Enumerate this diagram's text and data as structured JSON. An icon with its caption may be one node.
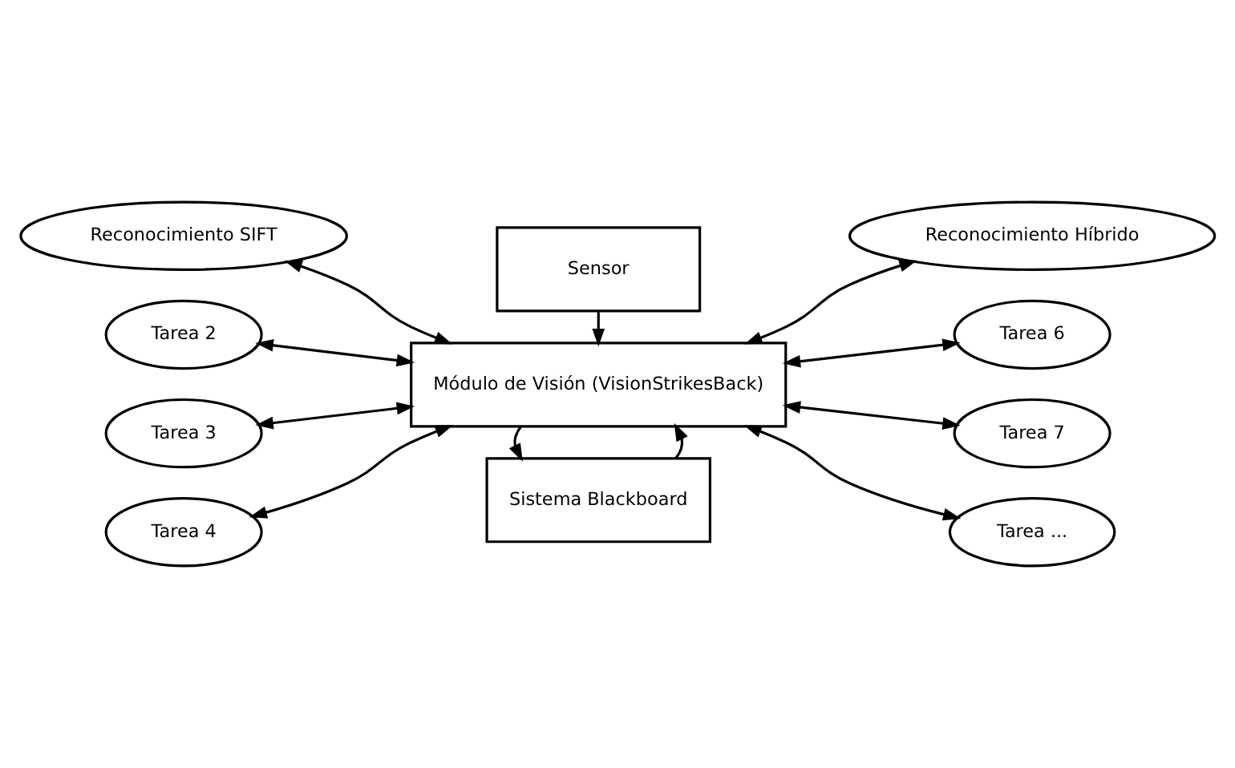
{
  "diagram": {
    "nodes": [
      {
        "text": [
          "Reconocimiento SIFT"
        ]
      },
      {
        "text": [
          "Sistema Blackboard"
        ]
      },
      {
        "text": [
          "Reconocimiento Híbrido"
        ]
      },
      {
        "text": [
          "Tarea 2"
        ]
      },
      {
        "text": [
          "Módulo de Visión (VisionStrikesBack)"
        ]
      },
      {
        "text": [
          "Tarea 6"
        ]
      },
      {
        "text": [
          "Tarea 3"
        ]
      },
      {
        "text": [
          "Tarea 7"
        ]
      },
      {
        "text": [
          "Tarea 4"
        ]
      },
      {
        "text": [
          "Tarea ..."
        ]
      },
      {
        "text": [
          "Sensor"
        ]
      }
    ],
    "edges": [
      {
        "from": 0,
        "to": 4,
        "arrow": "both"
      },
      {
        "from": 1,
        "to": 4,
        "arrow": "to"
      },
      {
        "from": 4,
        "to": 1,
        "arrow": "to"
      },
      {
        "from": 2,
        "to": 4,
        "arrow": "both"
      },
      {
        "from": 3,
        "to": 4,
        "arrow": "both"
      },
      {
        "from": 4,
        "to": 5,
        "arrow": "both"
      },
      {
        "from": 6,
        "to": 4,
        "arrow": "both"
      },
      {
        "from": 4,
        "to": 7,
        "arrow": "both"
      },
      {
        "from": 8,
        "to": 4,
        "arrow": "both"
      },
      {
        "from": 4,
        "to": 9,
        "arrow": "both"
      },
      {
        "from": 10,
        "to": 4,
        "arrow": "to"
      }
    ]
  }
}
